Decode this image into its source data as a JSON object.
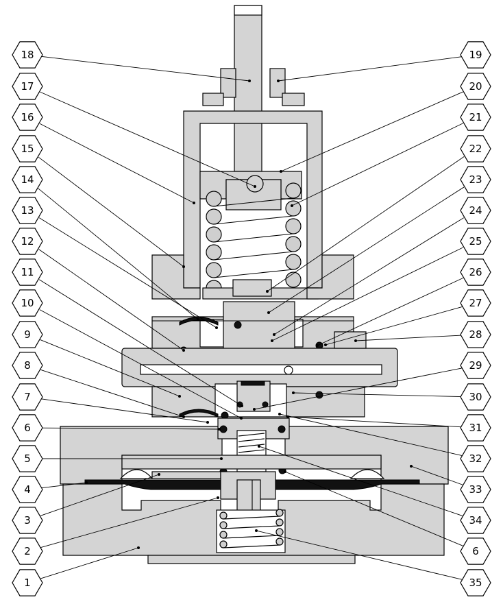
{
  "left_labels": [
    "18",
    "17",
    "16",
    "15",
    "14",
    "13",
    "12",
    "11",
    "10",
    "9",
    "8",
    "7",
    "6",
    "5",
    "4",
    "3",
    "2",
    "1"
  ],
  "right_labels": [
    "19",
    "20",
    "21",
    "22",
    "23",
    "24",
    "25",
    "26",
    "27",
    "28",
    "29",
    "30",
    "31",
    "32",
    "33",
    "34",
    "6",
    "35"
  ]
}
